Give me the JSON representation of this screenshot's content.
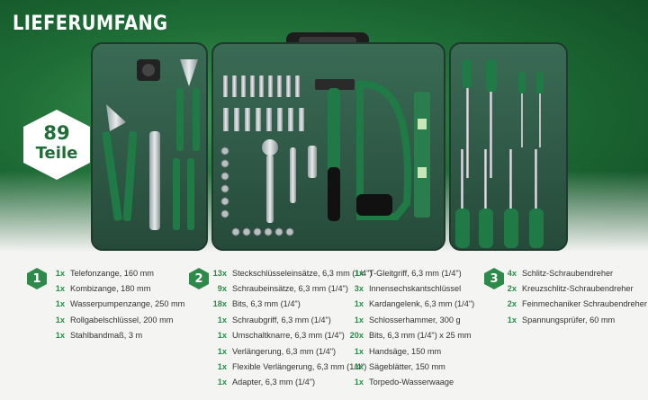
{
  "title": "LIEFERUMFANG",
  "badge": {
    "number": "89",
    "word": "Teile"
  },
  "colors": {
    "brand_green": "#1f6e37",
    "accent_green": "#2e8a4a",
    "case_green": "#2f5b46"
  },
  "groups": [
    {
      "number": "1",
      "items": [
        {
          "qty": "1x",
          "name": "Telefonzange, 160 mm"
        },
        {
          "qty": "1x",
          "name": "Kombizange, 180 mm"
        },
        {
          "qty": "1x",
          "name": "Wasserpumpenzange, 250 mm"
        },
        {
          "qty": "1x",
          "name": "Rollgabelschlüssel, 200 mm"
        },
        {
          "qty": "1x",
          "name": "Stahlbandmaß, 3 m"
        }
      ]
    },
    {
      "number": "2",
      "items": [
        {
          "qty": "13x",
          "name": "Steckschlüsseleinsätze, 6,3 mm (1/4\")"
        },
        {
          "qty": "9x",
          "name": "Schraubeinsätze, 6,3 mm (1/4\")"
        },
        {
          "qty": "18x",
          "name": "Bits, 6,3 mm (1/4\")"
        },
        {
          "qty": "1x",
          "name": "Schraubgriff, 6,3 mm (1/4\")"
        },
        {
          "qty": "1x",
          "name": "Umschaltknarre, 6,3 mm (1/4\")"
        },
        {
          "qty": "1x",
          "name": "Verlängerung, 6,3 mm (1/4\")"
        },
        {
          "qty": "1x",
          "name": "Flexible Verlängerung, 6,3 mm (1/4\")"
        },
        {
          "qty": "1x",
          "name": "Adapter, 6,3 mm (1/4\")"
        }
      ]
    },
    {
      "items": [
        {
          "qty": "1x",
          "name": "T-Gleitgriff, 6,3 mm (1/4\")"
        },
        {
          "qty": "3x",
          "name": "Innensechskantschlüssel"
        },
        {
          "qty": "1x",
          "name": "Kardangelenk, 6,3 mm (1/4\")"
        },
        {
          "qty": "1x",
          "name": "Schlosserhammer, 300 g"
        },
        {
          "qty": "20x",
          "name": "Bits, 6,3 mm (1/4\") x 25 mm"
        },
        {
          "qty": "1x",
          "name": "Handsäge, 150 mm"
        },
        {
          "qty": "1x",
          "name": "Sägeblätter, 150 mm"
        },
        {
          "qty": "1x",
          "name": "Torpedo-Wasserwaage"
        }
      ]
    },
    {
      "number": "3",
      "items": [
        {
          "qty": "4x",
          "name": "Schlitz-Schraubendreher"
        },
        {
          "qty": "2x",
          "name": "Kreuzschlitz-Schraubendreher"
        },
        {
          "qty": "2x",
          "name": "Feinmechaniker Schraubendreher"
        },
        {
          "qty": "1x",
          "name": "Spannungsprüfer, 60 mm"
        }
      ]
    }
  ]
}
